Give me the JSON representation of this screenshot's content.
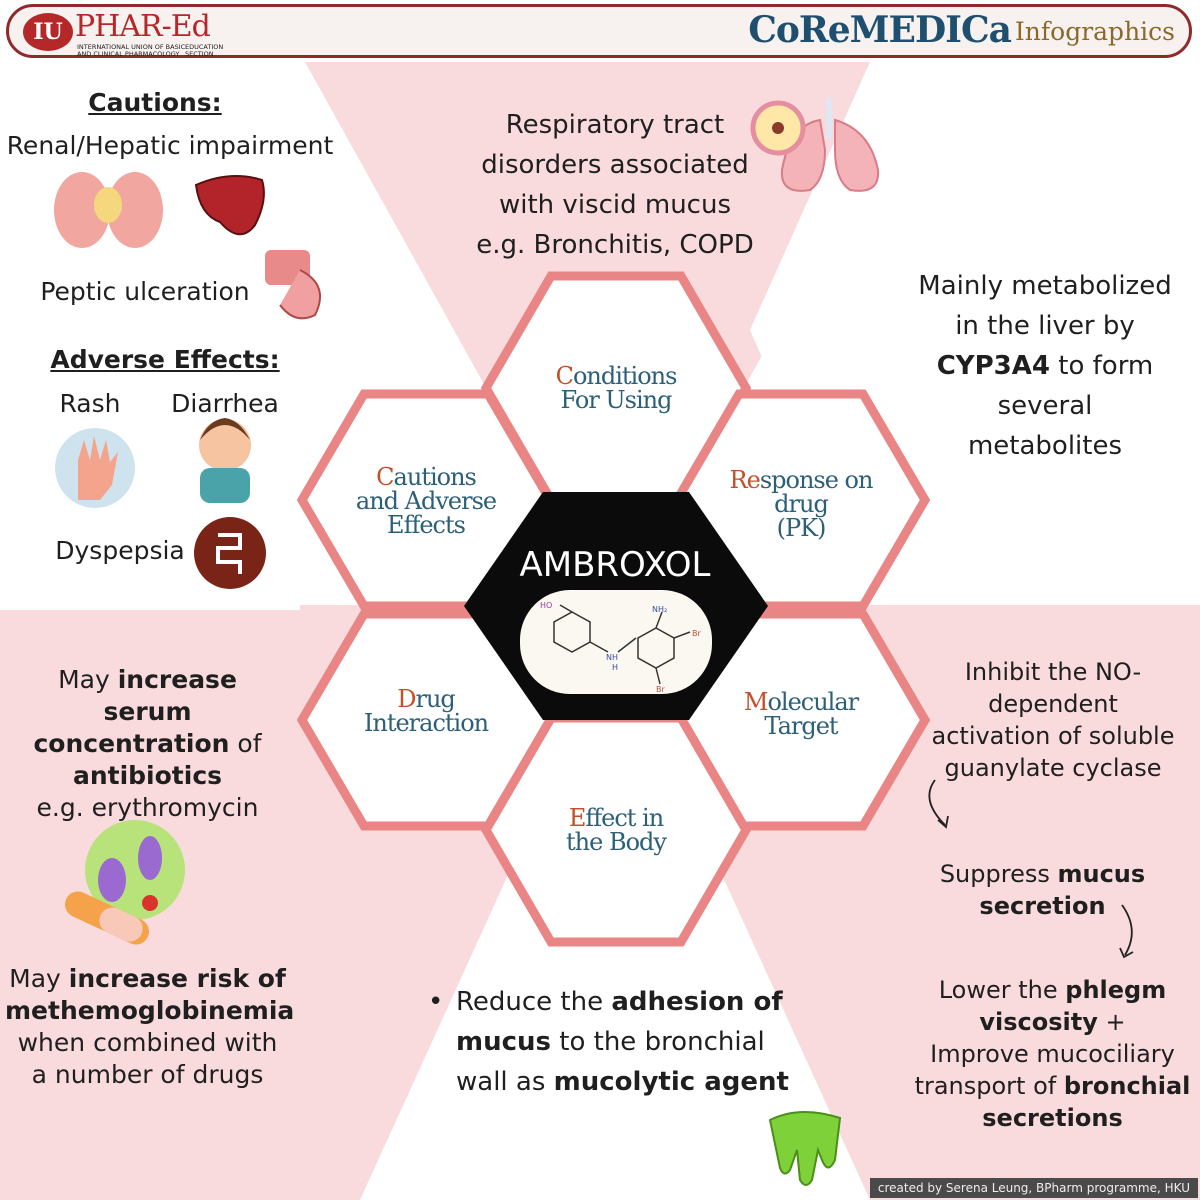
{
  "header": {
    "logo_badge": "IU",
    "logo_main": "PHAR-Ed",
    "logo_sub_left": "INTERNATIONAL UNION OF BASIC AND CLINICAL PHARMACOLOGY",
    "logo_sub_right": "EDUCATION SECTION",
    "brand": "CoReMEDICa",
    "brand_sub": "Infographics"
  },
  "center": {
    "title": "AMBROXOL",
    "structure_labels": [
      "HO",
      "NH",
      "H",
      "NH₂",
      "Br",
      "Br"
    ]
  },
  "hexagons": {
    "conditions": {
      "first": "C",
      "rest": "onditions",
      "line2": "For Using"
    },
    "response": {
      "first": "Re",
      "rest": "sponse on",
      "line2": "drug",
      "line3": "(PK)"
    },
    "molecular": {
      "first": "M",
      "rest": "olecular",
      "line2": "Target"
    },
    "effect": {
      "first": "E",
      "rest": "ffect in",
      "line2": "the Body"
    },
    "drug": {
      "first": "D",
      "rest": "rug",
      "line2": "Interaction"
    },
    "cautions": {
      "first": "C",
      "rest": "autions",
      "line2": "and Adverse",
      "line3": "Effects"
    }
  },
  "cautions": {
    "heading": "Cautions:",
    "item1": "Renal/Hepatic impairment",
    "item2": "Peptic ulceration"
  },
  "adverse": {
    "heading": "Adverse Effects:",
    "rash": "Rash",
    "diarrhea": "Diarrhea",
    "dyspepsia": "Dyspepsia"
  },
  "conditions_text": {
    "l1": "Respiratory tract",
    "l2": "disorders associated",
    "l3": "with viscid mucus",
    "l4": "e.g. Bronchitis, COPD"
  },
  "pk_text": {
    "l1": "Mainly metabolized",
    "l2": "in the liver by",
    "l3_bold": "CYP3A4",
    "l3_rest": " to form",
    "l4": "several",
    "l5": "metabolites"
  },
  "interaction1": {
    "p1": "May ",
    "b1": "increase serum",
    "b2": "concentration",
    "p2": " of",
    "b3": "antibiotics",
    "p3": "e.g. erythromycin"
  },
  "interaction2": {
    "p1": "May ",
    "b1": "increase risk of",
    "b2": "methemoglobinemia",
    "p2": "when combined with",
    "p3": "a number of drugs"
  },
  "effect_text": {
    "p1": "Reduce the ",
    "b1": "adhesion of",
    "b2": "mucus",
    "p2": " to the bronchial",
    "p3": "wall as ",
    "b3": "mucolytic agent"
  },
  "molecular_text": {
    "l1": "Inhibit the NO-",
    "l2": "dependent",
    "l3": "activation of soluble",
    "l4": "guanylate cyclase",
    "s_p1": "Suppress ",
    "s_b1": "mucus",
    "s_b2": "secretion",
    "lw_p1": "Lower the ",
    "lw_b1": "phlegm",
    "lw_b2": "viscosity",
    "lw_p2": " +",
    "lw_p3": "Improve mucociliary",
    "lw_p4": "transport of ",
    "lw_b3": "bronchial",
    "lw_b4": "secretions"
  },
  "footer": "created by Serena Leung, BPharm programme, HKU",
  "colors": {
    "pink_bg": "#f9dbdd",
    "hex_border": "#ea8585",
    "center_fill": "#0b0b0b",
    "header_border": "#8f2a2c",
    "title_blue": "#2c5f78",
    "title_orange": "#c4502a"
  },
  "icons": [
    "kidney-icon",
    "liver-icon",
    "stomach-icon",
    "rash-hand-icon",
    "diarrhea-person-icon",
    "dyspepsia-intestine-icon",
    "lungs-icon",
    "bacteria-pills-icon",
    "mucus-slime-icon",
    "curved-arrow-icon"
  ]
}
